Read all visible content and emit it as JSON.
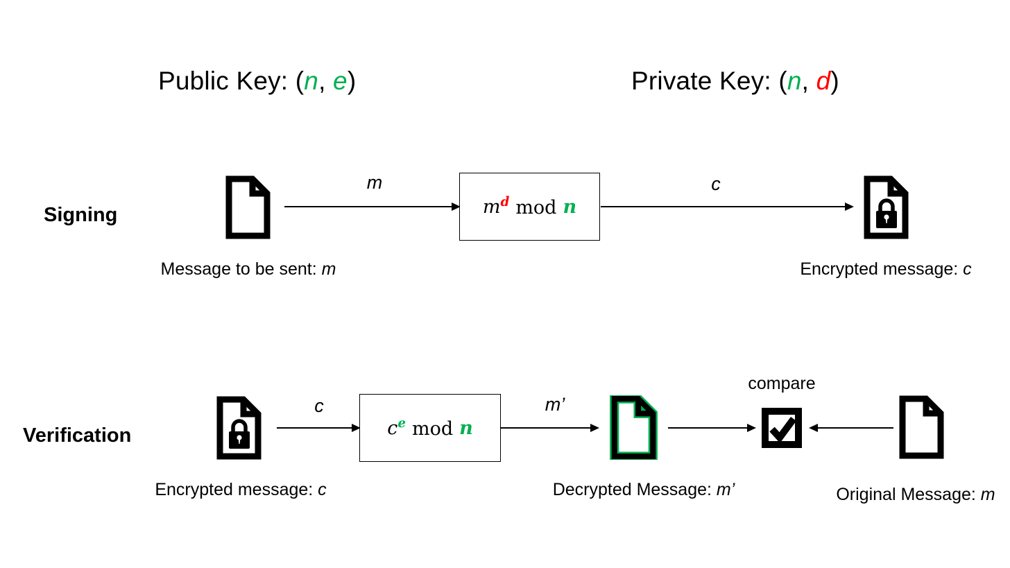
{
  "colors": {
    "green": "#00B050",
    "red": "#FF0000",
    "black": "#000000",
    "background": "#FFFFFF"
  },
  "icons": {
    "plain_document": "document-icon",
    "locked_document": "locked-document-icon",
    "decrypted_document": "green-document-icon",
    "compare_check": "checkbox-check-icon"
  },
  "header": {
    "public_key": {
      "prefix": "Public Key: (",
      "n": "n",
      "sep": ", ",
      "e": "e",
      "suffix": ")"
    },
    "private_key": {
      "prefix": "Private Key: (",
      "n": "n",
      "sep": ", ",
      "d": "d",
      "suffix": ")"
    }
  },
  "signing": {
    "row_label": "Signing",
    "input_arrow_label": "m",
    "formula": {
      "base": "m",
      "exponent": "d",
      "operator": "mod",
      "modulus": "n"
    },
    "output_arrow_label": "c",
    "input_caption": {
      "text": "Message to be sent: ",
      "var": "m"
    },
    "output_caption": {
      "text": "Encrypted message: ",
      "var": "c"
    }
  },
  "verification": {
    "row_label": "Verification",
    "input_arrow_label": "c",
    "formula": {
      "base": "c",
      "exponent": "e",
      "operator": "mod",
      "modulus": "n"
    },
    "output_arrow_label": "m’",
    "compare_label": "compare",
    "input_caption": {
      "text": "Encrypted message: ",
      "var": "c"
    },
    "decrypted_caption": {
      "text": "Decrypted Message: ",
      "var": "m’"
    },
    "original_caption": {
      "text": "Original Message: ",
      "var": "m"
    }
  }
}
